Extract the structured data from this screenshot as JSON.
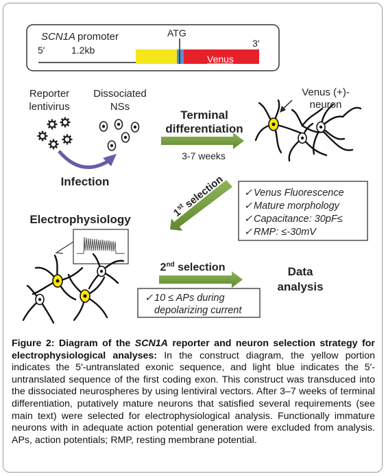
{
  "construct": {
    "promoter_gene": "SCN1A",
    "promoter_word": "promoter",
    "five_prime": "5′",
    "length": "1.2kb",
    "atg": "ATG",
    "three_prime": "3′",
    "venus": "Venus",
    "colors": {
      "utr_exonic": "#f5e61c",
      "utr_coding_exon": "#5b8fc9",
      "venus": "#e8202a"
    }
  },
  "infection": {
    "reporter_label_line1": "Reporter",
    "reporter_label_line2": "lentivirus",
    "ns_label_line1": "Dissociated",
    "ns_label_line2": "NSs",
    "title": "Infection"
  },
  "differentiation": {
    "title_line1": "Terminal",
    "title_line2": "differentiation",
    "duration": "3-7 weeks",
    "neuron_label_line1": "Venus (+)-",
    "neuron_label_line2": "neuron",
    "arrow_color": "#6f9a3a"
  },
  "first_selection": {
    "label_prefix": "1",
    "label_sup": "st",
    "label_suffix": " selection",
    "criteria": [
      "Venus Fluorescence",
      "Mature morphology",
      "Capacitance: 30pF≤",
      "RMP: ≤-30mV"
    ]
  },
  "electrophysiology": {
    "title": "Electrophysiology"
  },
  "second_selection": {
    "label_prefix": "2",
    "label_sup": "nd",
    "label_suffix": " selection",
    "criteria_line1": "10 ≤ APs during",
    "criteria_line2": "depolarizing current"
  },
  "data_analysis": {
    "line1": "Data",
    "line2": "analysis"
  },
  "caption": {
    "fig_label": "Figure 2:",
    "title_a": "Diagram of the",
    "title_gene": "SCN1A",
    "title_b": "reporter and neuron selection strategy for electrophysiological analyses:",
    "body": "In the construct diagram, the yellow portion indicates the 5′-untranslated exonic sequence, and light blue indicates the 5′-untranslated sequence of the first coding exon. This construct was transduced into the dissociated neurospheres by using lentiviral vectors. After 3–7 weeks of terminal differentiation, putatively mature neurons that satisfied several requirements (see main text) were selected for electrophysiological analysis. Functionally immature neurons with in adequate action potential generation were excluded from analysis. APs, action potentials; RMP, resting membrane potential."
  }
}
